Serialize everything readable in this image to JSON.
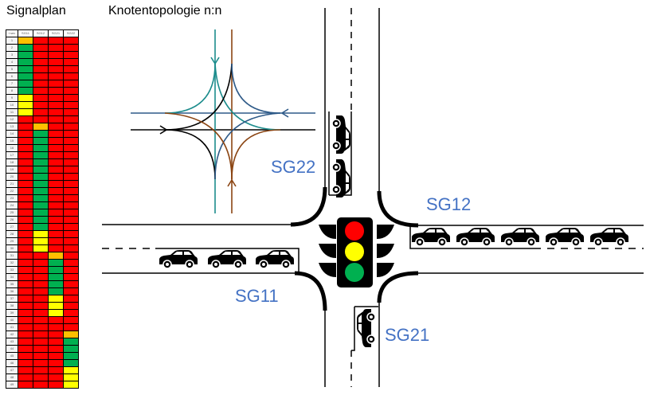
{
  "titles": {
    "signal_plan": "Signalplan",
    "topology": "Knotentopologie n:n"
  },
  "signal_plan": {
    "headers": [
      "t sec",
      "SG11",
      "SG12",
      "SG21",
      "SG22"
    ],
    "rows": 49,
    "colors": {
      "red": "#FF0000",
      "orange": "#FFC000",
      "green": "#00B050",
      "yellow": "#FFFF00"
    },
    "phases": {
      "SG11": [
        {
          "state": "orange",
          "from": 1,
          "to": 1
        },
        {
          "state": "green",
          "from": 2,
          "to": 8
        },
        {
          "state": "yellow",
          "from": 9,
          "to": 11
        }
      ],
      "SG12": [
        {
          "state": "orange",
          "from": 13,
          "to": 13
        },
        {
          "state": "green",
          "from": 14,
          "to": 27
        },
        {
          "state": "yellow",
          "from": 28,
          "to": 30
        }
      ],
      "SG21": [
        {
          "state": "orange",
          "from": 31,
          "to": 31
        },
        {
          "state": "green",
          "from": 32,
          "to": 36
        },
        {
          "state": "yellow",
          "from": 37,
          "to": 39
        }
      ],
      "SG22": [
        {
          "state": "orange",
          "from": 42,
          "to": 42
        },
        {
          "state": "green",
          "from": 43,
          "to": 46
        },
        {
          "state": "yellow",
          "from": 47,
          "to": 49
        }
      ]
    }
  },
  "labels": {
    "sg11": "SG11",
    "sg12": "SG12",
    "sg21": "SG21",
    "sg22": "SG22"
  },
  "topology_colors": {
    "teal": "#1C8C8C",
    "brown": "#8B4513",
    "blue": "#2E5A88",
    "black": "#000000"
  }
}
